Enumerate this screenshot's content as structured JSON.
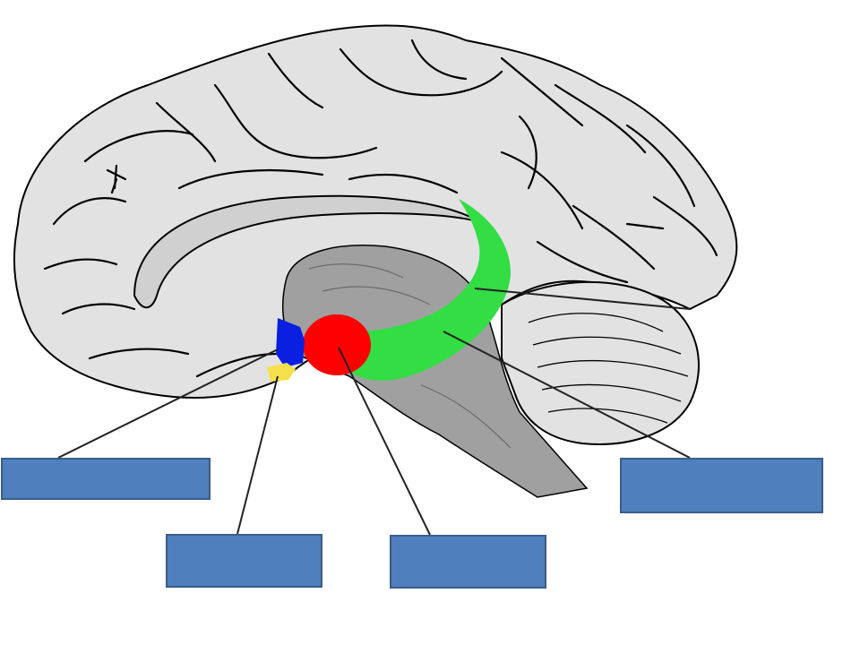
{
  "diagram": {
    "subject": "brain-midsagittal-limbic-structures",
    "structures": [
      {
        "id": "septal-area",
        "color": "#0a1fe0"
      },
      {
        "id": "mammillary-region",
        "color": "#f4e04a"
      },
      {
        "id": "amygdala",
        "color": "#ff0000"
      },
      {
        "id": "hippocampus",
        "color": "#33dd44"
      }
    ],
    "tissue_colors": {
      "cortex": "#e2e2e2",
      "brainstem": "#a0a0a0",
      "outline": "#000000"
    },
    "label_boxes": [
      {
        "text": ""
      },
      {
        "text": ""
      },
      {
        "text": ""
      },
      {
        "text": ""
      }
    ],
    "box_color": "#4f7fbd"
  }
}
